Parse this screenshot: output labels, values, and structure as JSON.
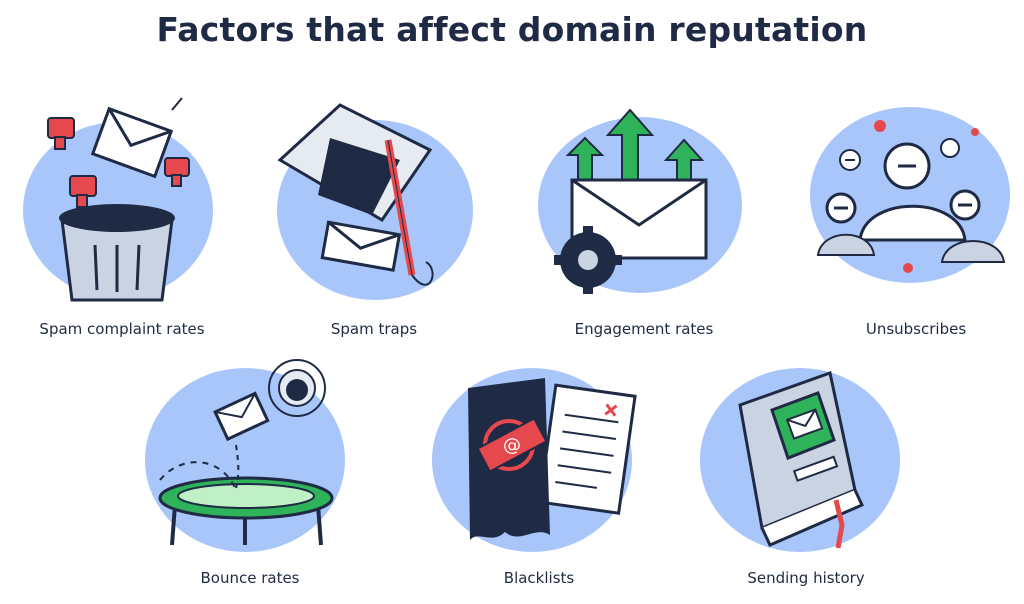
{
  "title": "Factors that affect domain reputation",
  "colors": {
    "blob": "#a9c6fb",
    "navy": "#1f2a44",
    "red": "#e5484d",
    "green": "#2fb35a",
    "white": "#ffffff",
    "light_green": "#bff0c6",
    "gray": "#c9d3e2"
  },
  "factors": [
    {
      "label": "Spam complaint rates",
      "icon": "trash-can-thumbs-down-icon"
    },
    {
      "label": "Spam traps",
      "icon": "box-trap-icon"
    },
    {
      "label": "Engagement rates",
      "icon": "envelope-arrows-up-icon"
    },
    {
      "label": "Unsubscribes",
      "icon": "people-removed-icon"
    },
    {
      "label": "Bounce rates",
      "icon": "trampoline-bounce-icon"
    },
    {
      "label": "Blacklists",
      "icon": "blacklist-document-icon"
    },
    {
      "label": "Sending history",
      "icon": "history-book-icon"
    }
  ]
}
